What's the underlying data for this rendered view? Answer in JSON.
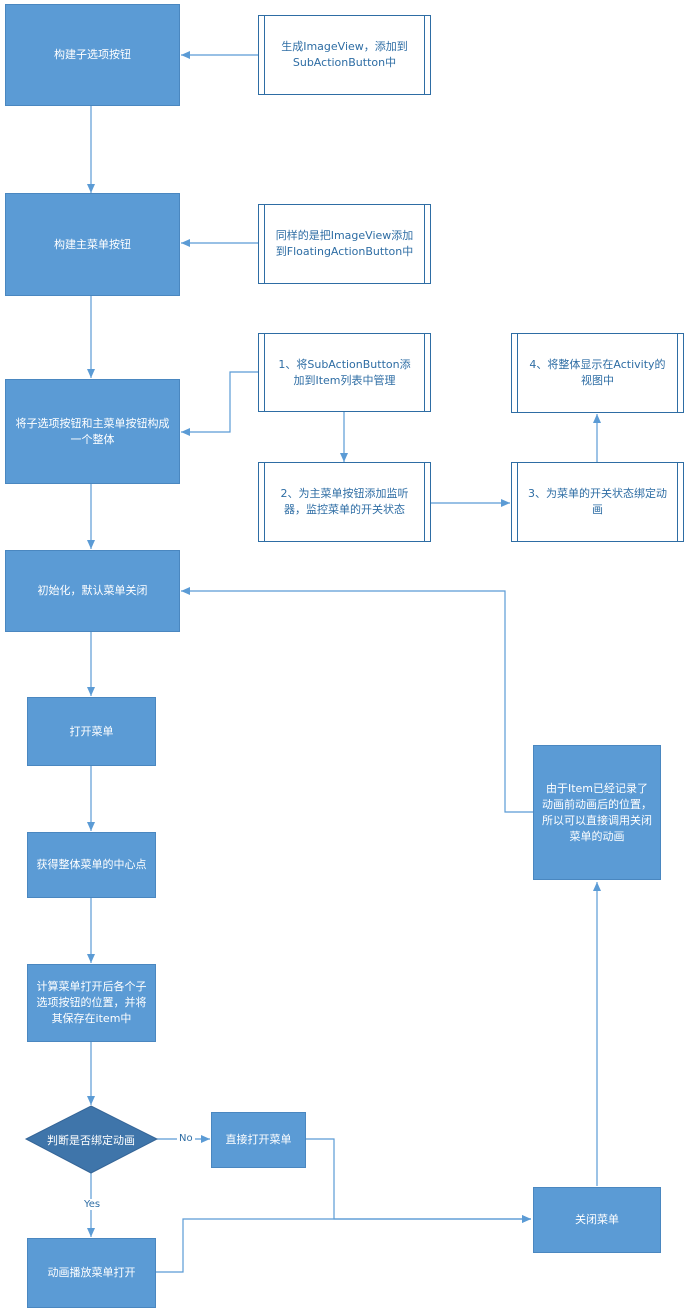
{
  "nodes": {
    "build_sub_buttons": "构建子选项按钮",
    "note_imageview_sub": "生成ImageView，添加到SubActionButton中",
    "build_main_button": "构建主菜单按钮",
    "note_imageview_fab": "同样的是把ImageView添加到FloatingActionButton中",
    "combine_whole": "将子选项按钮和主菜单按钮构成一个整体",
    "step1": "1、将SubActionButton添加到Item列表中管理",
    "step2": "2、为主菜单按钮添加监听器，监控菜单的开关状态",
    "step3": "3、为菜单的开关状态绑定动画",
    "step4": "4、将整体显示在Activity的视图中",
    "init_closed": "初始化，默认菜单关闭",
    "open_menu": "打开菜单",
    "get_center": "获得整体菜单的中心点",
    "compute_positions": "计算菜单打开后各个子选项按钮的位置，并将其保存在item中",
    "decision_anim": "判断是否绑定动画",
    "direct_open": "直接打开菜单",
    "anim_open": "动画播放菜单打开",
    "close_menu": "关闭菜单",
    "note_close": "由于Item已经记录了动画前动画后的位置，所以可以直接调用关闭菜单的动画"
  },
  "edge_labels": {
    "no": "No",
    "yes": "Yes"
  },
  "colors": {
    "node_fill": "#5b9bd5",
    "line": "#5b9bd5",
    "note_text": "#2e6da4"
  }
}
